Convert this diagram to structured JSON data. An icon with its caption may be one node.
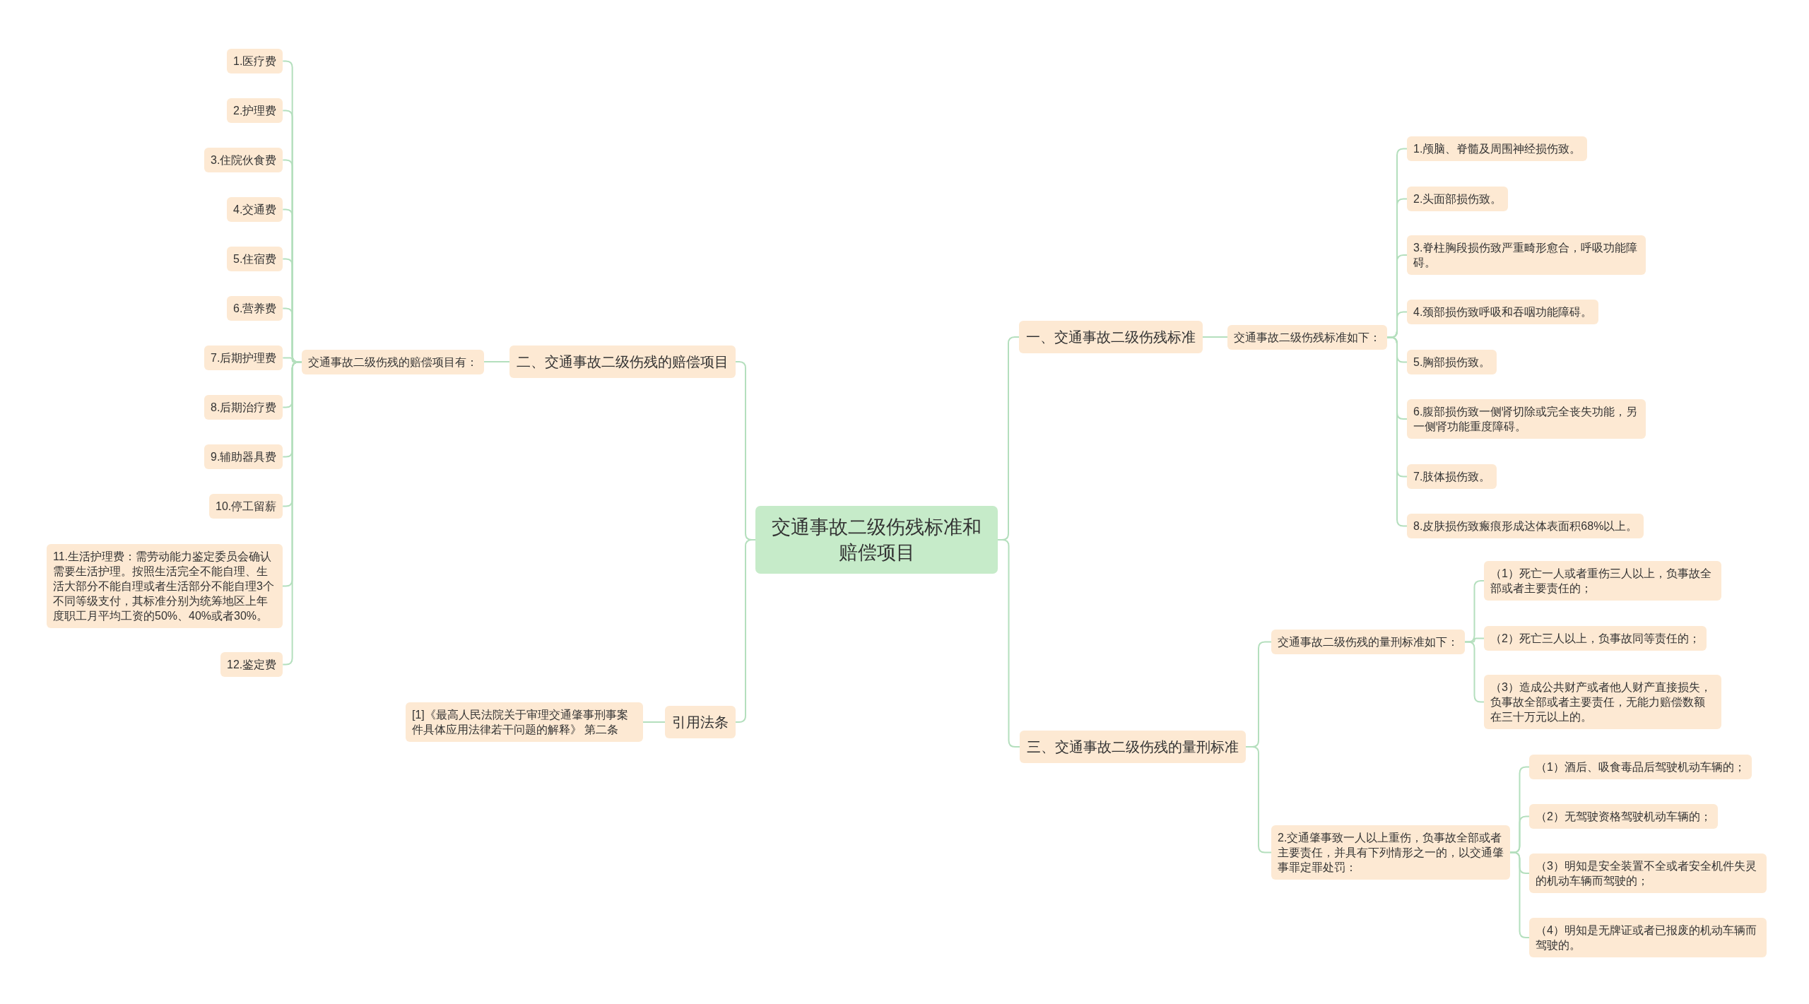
{
  "diagram": {
    "nodes": [
      {
        "text": [
          "交通事故二级伤残标准和赔偿项目"
        ]
      },
      {
        "text": [
          "二、交通事故二级伤残的赔偿项目"
        ]
      },
      {
        "text": [
          "交通事故二级伤残的赔偿项目有："
        ]
      },
      {
        "text": [
          "1.医疗费"
        ]
      },
      {
        "text": [
          "2.护理费"
        ]
      },
      {
        "text": [
          "3.住院伙食费"
        ]
      },
      {
        "text": [
          "4.交通费"
        ]
      },
      {
        "text": [
          "5.住宿费"
        ]
      },
      {
        "text": [
          "6.营养费"
        ]
      },
      {
        "text": [
          "7.后期护理费"
        ]
      },
      {
        "text": [
          "8.后期治疗费"
        ]
      },
      {
        "text": [
          "9.辅助器具费"
        ]
      },
      {
        "text": [
          "10.停工留薪"
        ]
      },
      {
        "text": [
          "11.生活护理费：需劳动能力鉴定委员会确认需要生活护理。按照生活完全不能自理、生活大部分不能自理或者生活部分不能自理3个不同等级支付，其标准分别为统筹地区上年度职工月平均工资的50%、40%或者30%。"
        ]
      },
      {
        "text": [
          "12.鉴定费"
        ]
      },
      {
        "text": [
          "引用法条"
        ]
      },
      {
        "text": [
          "[1]《最高人民法院关于审理交通肇事刑事案件具体应用法律若干问题的解释》 第二条"
        ]
      },
      {
        "text": [
          "一、交通事故二级伤残标准"
        ]
      },
      {
        "text": [
          "交通事故二级伤残标准如下："
        ]
      },
      {
        "text": [
          "1.颅脑、脊髓及周围神经损伤致。"
        ]
      },
      {
        "text": [
          "2.头面部损伤致。"
        ]
      },
      {
        "text": [
          "3.脊柱胸段损伤致严重畸形愈合，呼吸功能障碍。"
        ]
      },
      {
        "text": [
          "4.颈部损伤致呼吸和吞咽功能障碍。"
        ]
      },
      {
        "text": [
          "5.胸部损伤致。"
        ]
      },
      {
        "text": [
          "6.腹部损伤致一侧肾切除或完全丧失功能，另一侧肾功能重度障碍。"
        ]
      },
      {
        "text": [
          "7.肢体损伤致。"
        ]
      },
      {
        "text": [
          "8.皮肤损伤致瘢痕形成达体表面积68%以上。"
        ]
      },
      {
        "text": [
          "三、交通事故二级伤残的量刑标准"
        ]
      },
      {
        "text": [
          "交通事故二级伤残的量刑标准如下："
        ]
      },
      {
        "text": [
          "（1）死亡一人或者重伤三人以上，负事故全部或者主要责任的；"
        ]
      },
      {
        "text": [
          "（2）死亡三人以上，负事故同等责任的；"
        ]
      },
      {
        "text": [
          "（3）造成公共财产或者他人财产直接损失，负事故全部或者主要责任，无能力赔偿数额在三十万元以上的。"
        ]
      },
      {
        "text": [
          "2.交通肇事致一人以上重伤，负事故全部或者主要责任，并具有下列情形之一的，以交通肇事罪定罪处罚："
        ]
      },
      {
        "text": [
          "（1）酒后、吸食毒品后驾驶机动车辆的；"
        ]
      },
      {
        "text": [
          "（2）无驾驶资格驾驶机动车辆的；"
        ]
      },
      {
        "text": [
          "（3）明知是安全装置不全或者安全机件失灵的机动车辆而驾驶的；"
        ]
      },
      {
        "text": [
          "（4）明知是无牌证或者已报废的机动车辆而驾驶的。"
        ]
      }
    ],
    "edges": [
      {
        "from": 0,
        "to": 1,
        "arrow": "none"
      },
      {
        "from": 1,
        "to": 2,
        "arrow": "none"
      },
      {
        "from": 2,
        "to": 3,
        "arrow": "none"
      },
      {
        "from": 2,
        "to": 4,
        "arrow": "none"
      },
      {
        "from": 2,
        "to": 5,
        "arrow": "none"
      },
      {
        "from": 2,
        "to": 6,
        "arrow": "none"
      },
      {
        "from": 2,
        "to": 7,
        "arrow": "none"
      },
      {
        "from": 2,
        "to": 8,
        "arrow": "none"
      },
      {
        "from": 2,
        "to": 9,
        "arrow": "none"
      },
      {
        "from": 2,
        "to": 10,
        "arrow": "none"
      },
      {
        "from": 2,
        "to": 11,
        "arrow": "none"
      },
      {
        "from": 2,
        "to": 12,
        "arrow": "none"
      },
      {
        "from": 2,
        "to": 13,
        "arrow": "none"
      },
      {
        "from": 2,
        "to": 14,
        "arrow": "none"
      },
      {
        "from": 0,
        "to": 15,
        "arrow": "none"
      },
      {
        "from": 15,
        "to": 16,
        "arrow": "none"
      },
      {
        "from": 0,
        "to": 17,
        "arrow": "none"
      },
      {
        "from": 17,
        "to": 18,
        "arrow": "none"
      },
      {
        "from": 18,
        "to": 19,
        "arrow": "none"
      },
      {
        "from": 18,
        "to": 20,
        "arrow": "none"
      },
      {
        "from": 18,
        "to": 21,
        "arrow": "none"
      },
      {
        "from": 18,
        "to": 22,
        "arrow": "none"
      },
      {
        "from": 18,
        "to": 23,
        "arrow": "none"
      },
      {
        "from": 18,
        "to": 24,
        "arrow": "none"
      },
      {
        "from": 18,
        "to": 25,
        "arrow": "none"
      },
      {
        "from": 18,
        "to": 26,
        "arrow": "none"
      },
      {
        "from": 0,
        "to": 27,
        "arrow": "none"
      },
      {
        "from": 27,
        "to": 28,
        "arrow": "none"
      },
      {
        "from": 28,
        "to": 29,
        "arrow": "none"
      },
      {
        "from": 28,
        "to": 30,
        "arrow": "none"
      },
      {
        "from": 28,
        "to": 31,
        "arrow": "none"
      },
      {
        "from": 27,
        "to": 32,
        "arrow": "none"
      },
      {
        "from": 32,
        "to": 33,
        "arrow": "none"
      },
      {
        "from": 32,
        "to": 34,
        "arrow": "none"
      },
      {
        "from": 32,
        "to": 35,
        "arrow": "none"
      },
      {
        "from": 32,
        "to": 36,
        "arrow": "none"
      }
    ]
  }
}
